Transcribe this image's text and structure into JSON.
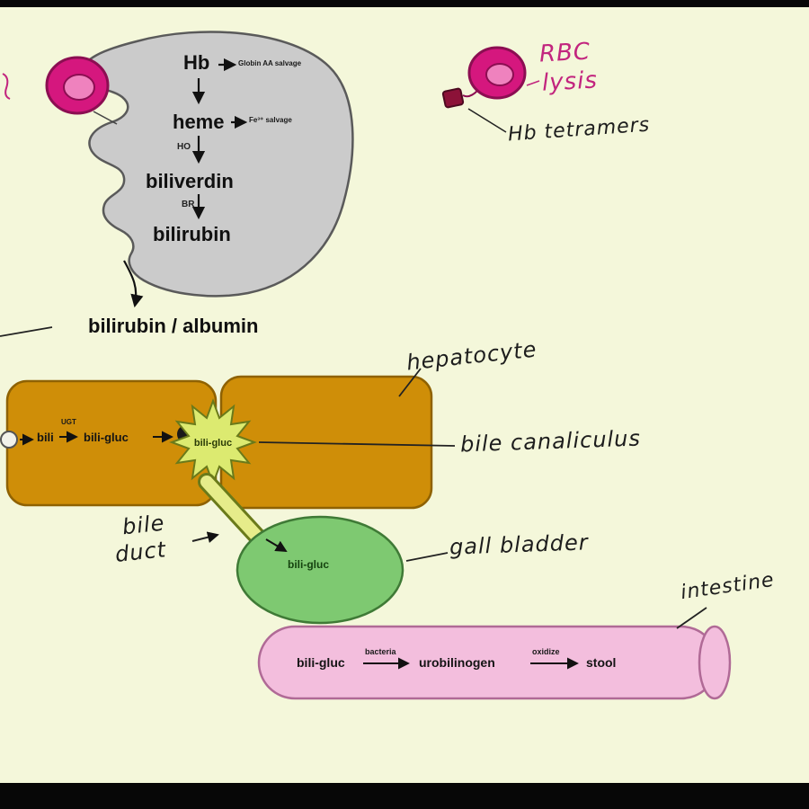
{
  "colors": {
    "background": "#f4f7da",
    "letterbox": "#070707",
    "macrophage_gray": "#cbcbcb",
    "rbc_pink": "#d5177e",
    "rbc_inner": "#ef82be",
    "hepatocyte_orange": "#cf8e08",
    "starburst_yellow": "#dcea70",
    "gall_bladder_green": "#7ec971",
    "intestine_pink": "#f3bedd",
    "handwriting_pink": "#c2257e"
  },
  "macrophage": {
    "hb": "Hb",
    "hb_note": "Globin AA salvage",
    "heme": "heme",
    "heme_note": "Fe³⁺ salvage",
    "ho": "HO",
    "biliverdin": "biliverdin",
    "br": "BR",
    "bilirubin": "bilirubin"
  },
  "blood": {
    "label": "bilirubin / albumin"
  },
  "rbc": {
    "label_line1": "RBC",
    "label_line2": "lysis",
    "tetramers": "Hb tetramers"
  },
  "hepatocyte": {
    "label": "hepatocyte",
    "bili": "bili",
    "ugt": "UGT",
    "biligluc": "bili-gluc",
    "starburst_text": "bili-gluc",
    "canaliculus_label": "bile canaliculus"
  },
  "bileduct": {
    "line1": "bile",
    "line2": "duct"
  },
  "gallbladder": {
    "label": "gall bladder",
    "content": "bili-gluc"
  },
  "intestine": {
    "label": "intestine",
    "biligluc": "bili-gluc",
    "bacteria": "bacteria",
    "urobilinogen": "urobilinogen",
    "oxidize": "oxidize",
    "stool": "stool"
  }
}
